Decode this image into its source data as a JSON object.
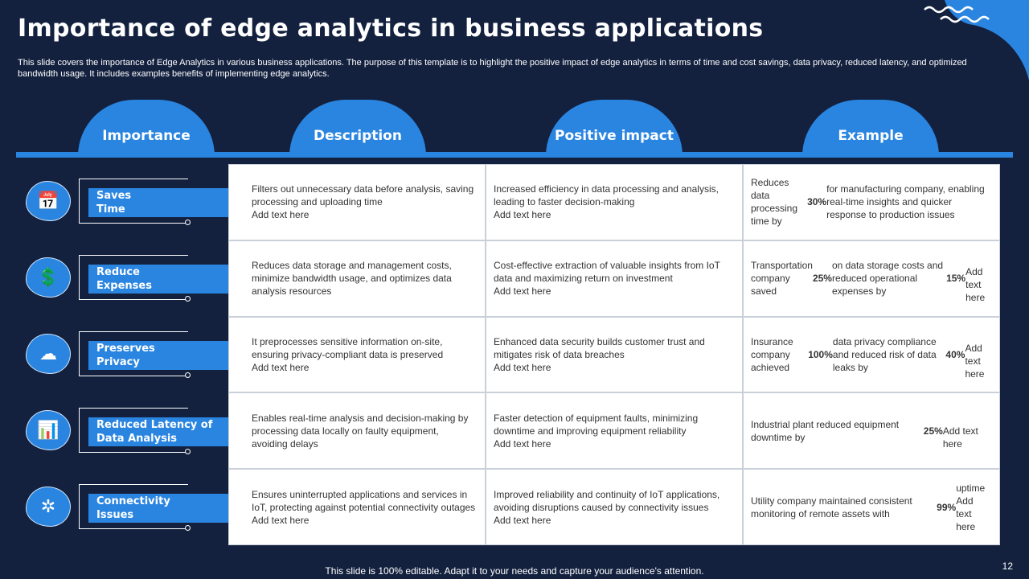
{
  "title": "Importance of edge analytics in business applications",
  "subtitle": "This slide covers the importance of Edge Analytics in various business applications. The purpose of this template is to highlight the positive impact of edge analytics in terms of time and cost savings, data privacy,  reduced latency, and optimized bandwidth usage. It includes examples benefits of implementing edge analytics.",
  "headers": [
    "Importance",
    "Description",
    "Positive impact",
    "Example"
  ],
  "colors": {
    "background": "#13213f",
    "accent": "#2a85e0"
  },
  "rows": [
    {
      "icon": "calendar-icon",
      "glyph": "📅",
      "label": "Saves\nTime",
      "description": "Filters out unnecessary data before analysis, saving processing and uploading time\nAdd text here",
      "impact": "Increased efficiency in data processing and analysis, leading to faster decision-making\nAdd text here",
      "example": "Reduces data processing time by 30% for manufacturing company, enabling real-time insights and quicker response to production issues"
    },
    {
      "icon": "money-person-icon",
      "glyph": "💲",
      "label": "Reduce\nExpenses",
      "description": "Reduces data storage and management costs, minimize bandwidth usage, and optimizes data analysis resources",
      "impact": "Cost-effective  extraction of valuable insights from IoT data and maximizing return on investment\nAdd text here",
      "example": "Transportation company saved 25% on data storage costs and reduced operational expenses by 15%\nAdd text here"
    },
    {
      "icon": "cloud-lock-icon",
      "glyph": "☁",
      "label": "Preserves\nPrivacy",
      "description": "It preprocesses sensitive information on-site, ensuring privacy-compliant  data is preserved\nAdd text here",
      "impact": "Enhanced data security builds customer trust and mitigates risk of data breaches\nAdd text here",
      "example": "Insurance company achieved 100% data privacy compliance and reduced risk of data leaks by 40%\nAdd text here"
    },
    {
      "icon": "analysis-report-icon",
      "glyph": "📊",
      "label": "Reduced Latency of\nData Analysis",
      "description": "Enables real-time analysis and decision-making by processing data locally on faulty equipment, avoiding delays",
      "impact": "Faster detection of equipment faults, minimizing downtime and improving equipment reliability\nAdd text here",
      "example": "Industrial plant reduced equipment downtime by 25%\nAdd text here"
    },
    {
      "icon": "network-icon",
      "glyph": "✲",
      "label": "Connectivity\nIssues",
      "description": "Ensures uninterrupted  applications and services in IoT,  protecting against potential connectivity outages\nAdd text here",
      "impact": "Improved  reliability and continuity of IoT applications, avoiding disruptions caused by connectivity issues\nAdd text here",
      "example": "Utility company maintained consistent monitoring of remote assets with 99% uptime\nAdd text here"
    }
  ],
  "footer": "This slide is 100% editable. Adapt it to your needs and capture your audience's attention.",
  "page_number": "12"
}
